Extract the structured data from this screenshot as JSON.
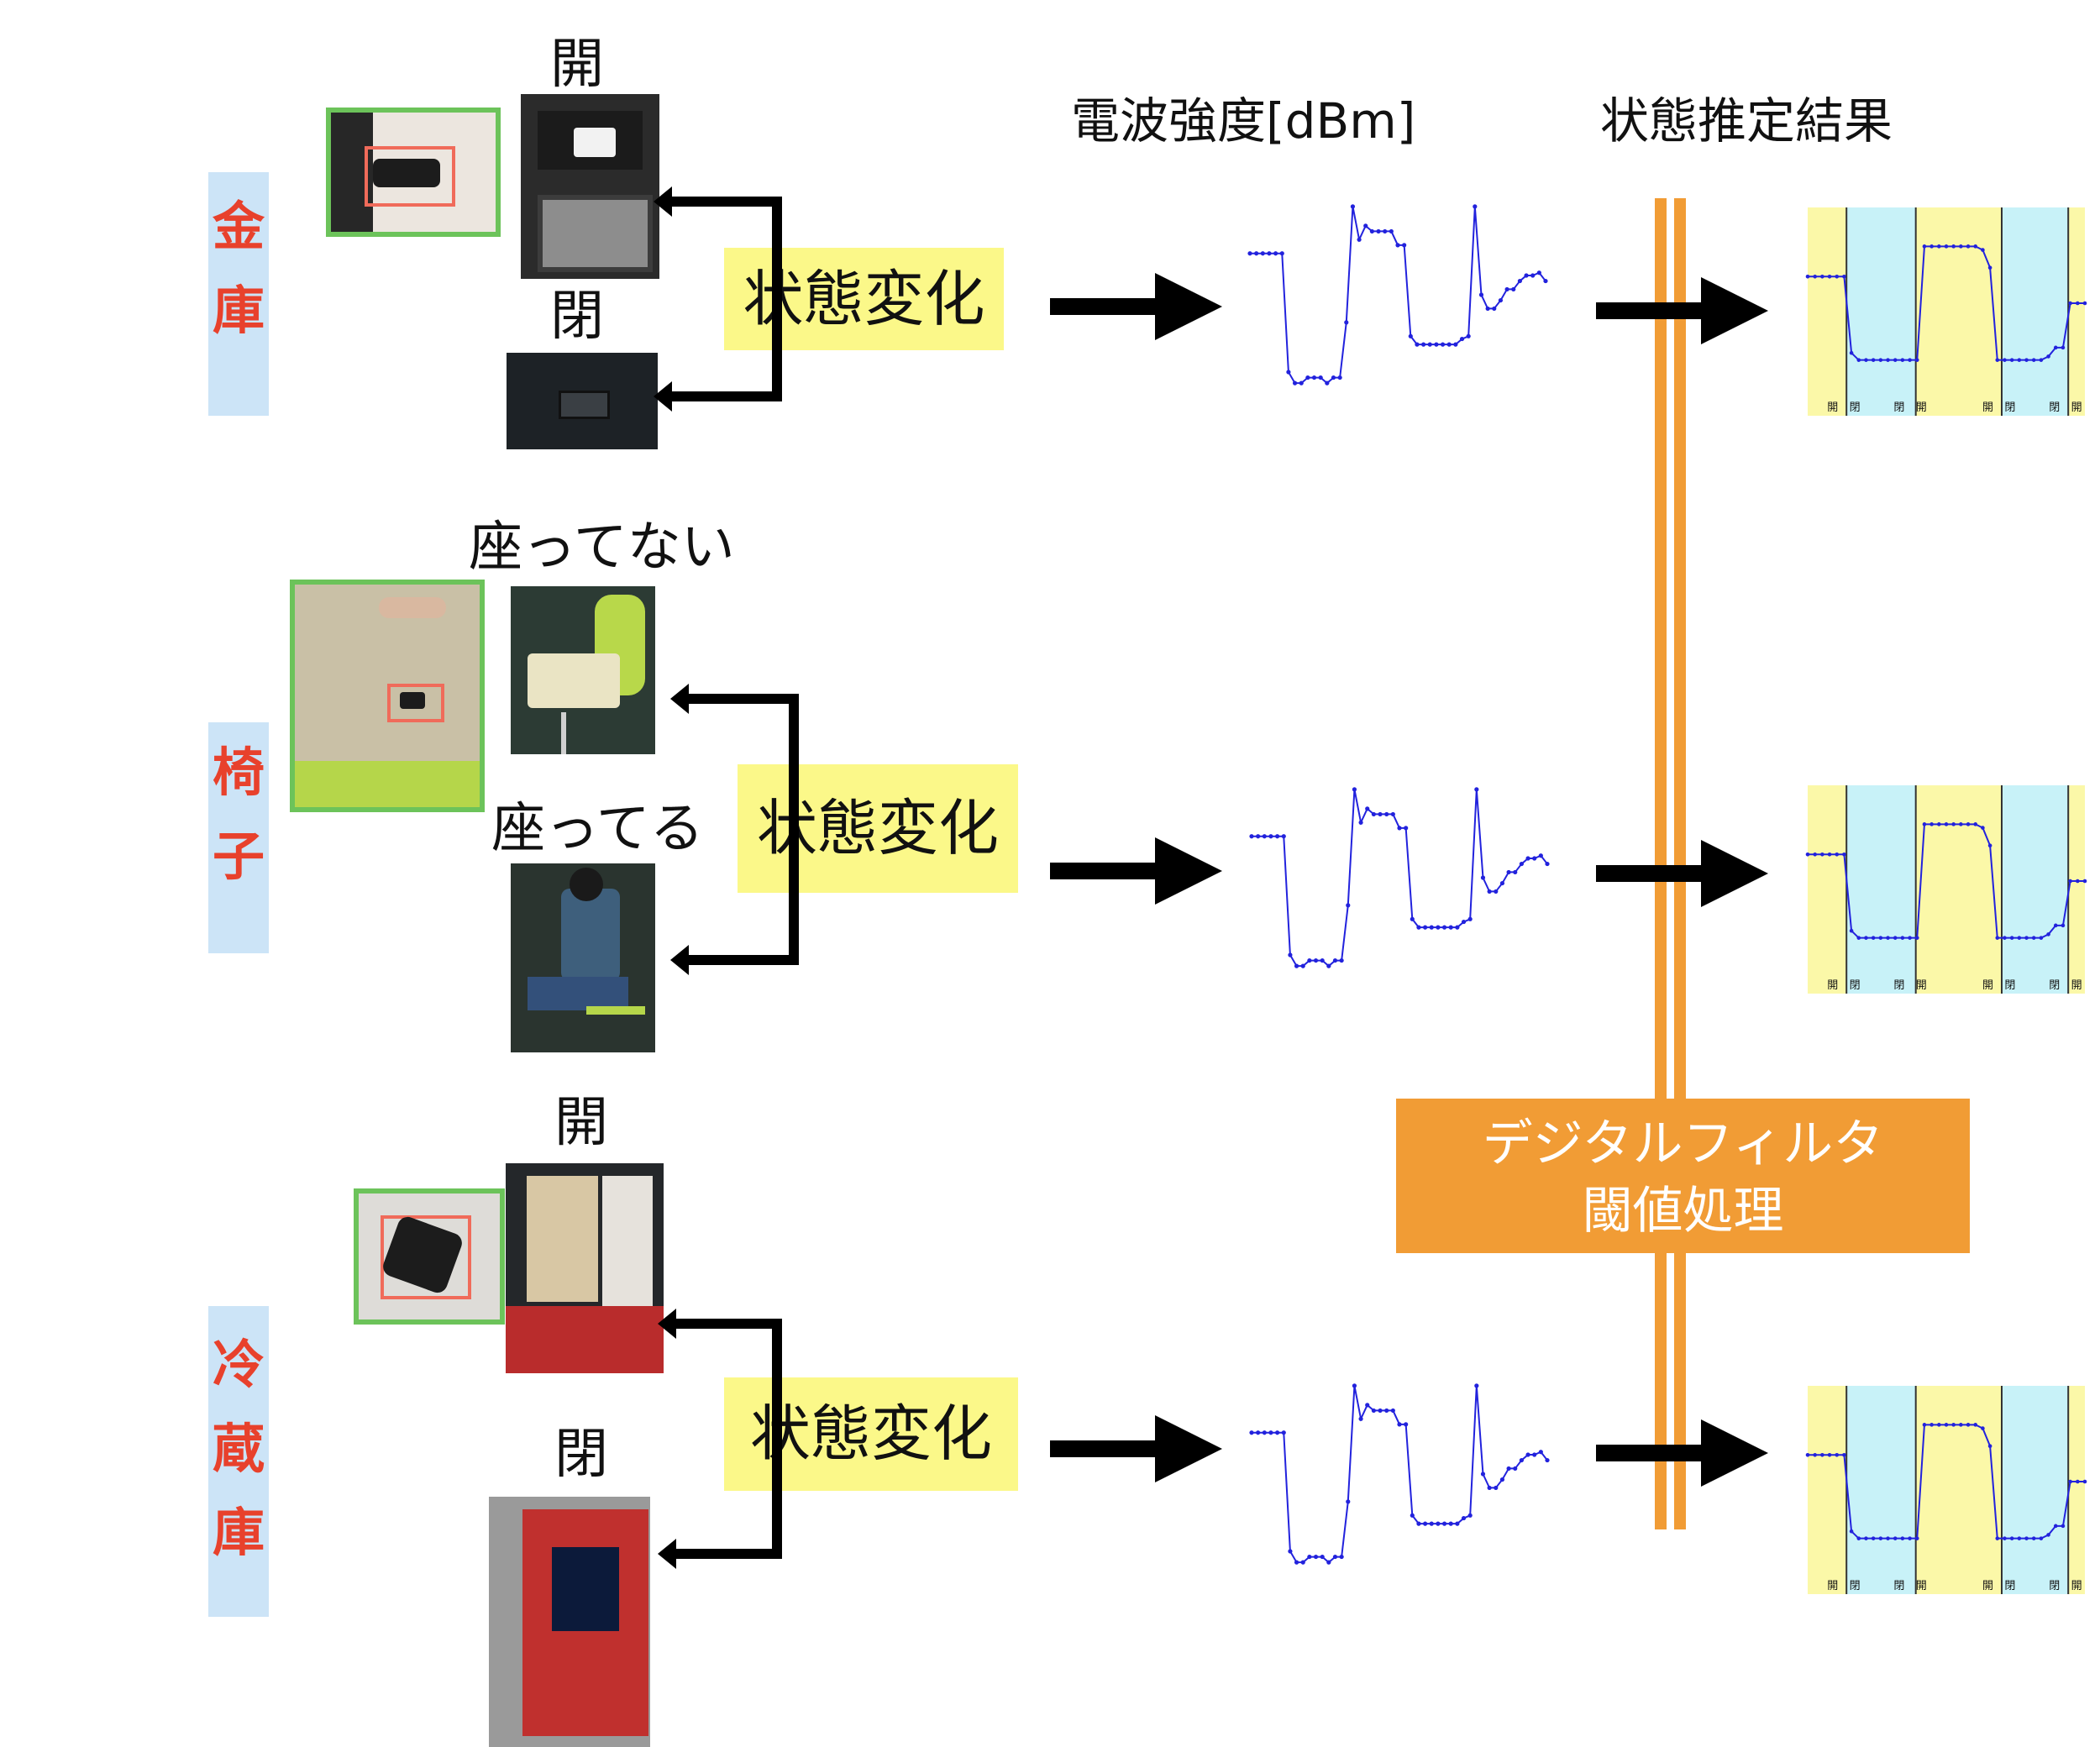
{
  "headers": {
    "signal_strength": "電波強度[dBm]",
    "state_estimation": "状態推定結果"
  },
  "rows": [
    {
      "object": [
        "金",
        "庫"
      ],
      "state_a": "開",
      "state_b": "閉",
      "change_label": "状態変化"
    },
    {
      "object": [
        "椅",
        "子"
      ],
      "state_a": "座ってない",
      "state_b": "座ってる",
      "change_label": "状態変化"
    },
    {
      "object": [
        "冷",
        "蔵",
        "庫"
      ],
      "state_a": "開",
      "state_b": "閉",
      "change_label": "状態変化"
    }
  ],
  "filter": {
    "line1": "デジタルフィルタ",
    "line2": "閾値処理"
  },
  "result_marks": [
    "開",
    "閉",
    "閉",
    "開",
    "開",
    "閉",
    "閉",
    "開"
  ],
  "colors": {
    "object_label": "#e8412c",
    "object_bg": "#cce4f7",
    "yellow": "#fbf889",
    "orange": "#f19c35",
    "signal": "#2222dd",
    "result_yellow": "#fbf8a8",
    "result_cyan": "#c8f2f8",
    "inset_border": "#6cc35a",
    "red_box": "#f06b5a"
  },
  "chart_data": {
    "type": "line",
    "title": "",
    "xlabel": "",
    "ylabel": "電波強度[dBm]",
    "series": [
      {
        "values": [
          -50,
          -50,
          -50,
          -50,
          -50,
          -50,
          -93,
          -97,
          -97,
          -95,
          -95,
          -95,
          -97,
          -95,
          -95,
          -75,
          -33,
          -45,
          -40,
          -42,
          -42,
          -42,
          -42,
          -47,
          -47,
          -80,
          -83,
          -83,
          -83,
          -83,
          -83,
          -83,
          -83,
          -81,
          -80,
          -33,
          -65,
          -70,
          -70,
          -67,
          -63,
          -63,
          -60,
          -58,
          -58,
          -57,
          -60
        ]
      }
    ],
    "results": [
      {
        "values": [
          -50,
          -50,
          -50,
          -50,
          -50,
          -50,
          -93,
          -97,
          -97,
          -97,
          -97,
          -97,
          -97,
          -97,
          -97,
          -97,
          -33,
          -33,
          -33,
          -33,
          -33,
          -33,
          -33,
          -33,
          -35,
          -45,
          -97,
          -97,
          -97,
          -97,
          -97,
          -97,
          -97,
          -95,
          -90,
          -90,
          -65,
          -65,
          -65
        ]
      }
    ]
  }
}
